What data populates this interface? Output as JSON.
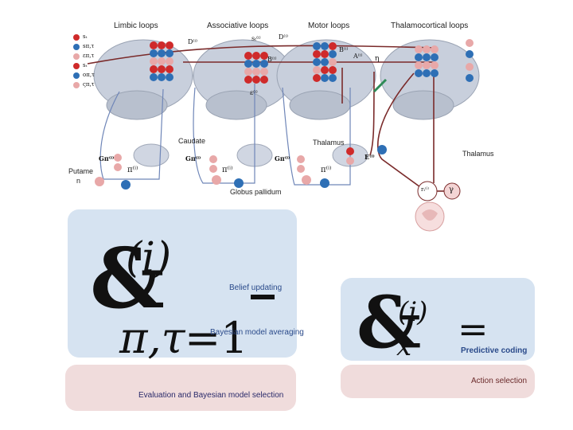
{
  "headers": {
    "limbic": "Limbic loops",
    "associative": "Associative loops",
    "motor": "Motor loops",
    "thalamocortical": "Thalamocortical loops"
  },
  "labels": {
    "caudate": "Caudate",
    "thalamus_mid": "Thalamus",
    "thalamus_right": "Thalamus",
    "putamen_line1": "Putame",
    "putamen_line2": "n",
    "globus": "Globus pallidum"
  },
  "legend": [
    "sₜ",
    "sπ,τ",
    "επ,τ",
    "sₜ",
    "oπ,τ",
    "ςπ,τ"
  ],
  "math": {
    "D": "D⁽ⁱ⁾",
    "s_mid": "sₜ⁽ⁱ⁾",
    "D2": "D⁽ⁱ⁾",
    "B": "B⁽ⁱ⁾",
    "B2": "B⁽ⁱ⁾",
    "A": "A⁽ⁱ⁾",
    "eta": "η",
    "eps": "ε⁽ⁱ⁾",
    "pi1": "π⁽ⁱ⁾",
    "pi2": "π⁽ⁱ⁾",
    "pi3": "π⁽ⁱ⁾",
    "G1": "Gπ⁽ⁱ⁾",
    "G2": "Gπ⁽ⁱ⁾",
    "G3": "Gπ⁽ⁱ⁾",
    "E": "E⁽ⁱ⁾",
    "r": "rₜ⁽ⁱ⁾",
    "gamma": "γ",
    "big_left_amp": "&",
    "big_left_i": "(i)",
    "big_left_sub": "π,τ",
    "big_left_eq": "=1",
    "big_right_amp": "&",
    "big_right_i": "(i)",
    "big_right_sub": "x",
    "big_right_eq": "="
  },
  "panels": {
    "belief": "Belief updating",
    "bma": "Bayesian model averaging",
    "predictive": "Predictive coding",
    "action": "Action selection",
    "evaluation": "Evaluation and Bayesian model selection"
  },
  "colors": {
    "red": "#cf2a2a",
    "blue": "#2e6fb5",
    "pink": "#e8a8a8",
    "arrow": "#7a2a2a",
    "green": "#2e8b57",
    "panel_blue": "#d6e3f1",
    "panel_pink": "#f0dcdc"
  }
}
